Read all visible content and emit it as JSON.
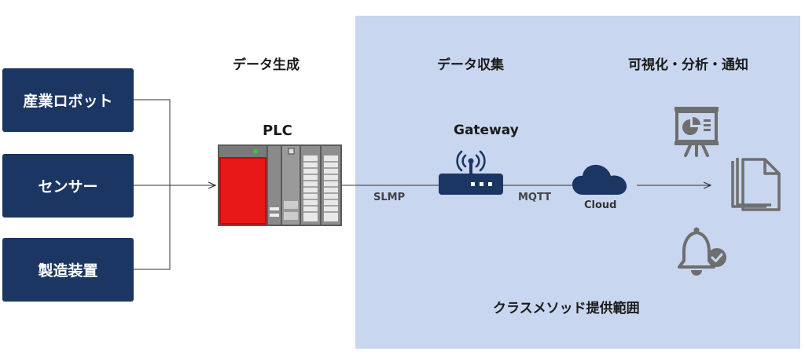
{
  "sources": [
    {
      "label": "産業ロボット"
    },
    {
      "label": "センサー"
    },
    {
      "label": "製造装置"
    }
  ],
  "sections": {
    "data_generation": "データ生成",
    "data_collection": "データ収集",
    "visualization": "可視化・分析・通知"
  },
  "devices": {
    "plc": "PLC",
    "gateway": "Gateway",
    "cloud": "Cloud"
  },
  "protocols": {
    "slmp": "SLMP",
    "mqtt": "MQTT"
  },
  "scope_label": "クラスメソッド提供範囲",
  "icons": {
    "presentation": "presentation-chart-icon",
    "documents": "documents-icon",
    "notification": "bell-check-icon",
    "router": "wireless-router-icon",
    "cloud": "cloud-icon"
  },
  "colors": {
    "navy": "#1c3664",
    "scope_bg": "#c9d6ef",
    "plc_red": "#e00000",
    "icon_gray": "#6e6e6e"
  }
}
